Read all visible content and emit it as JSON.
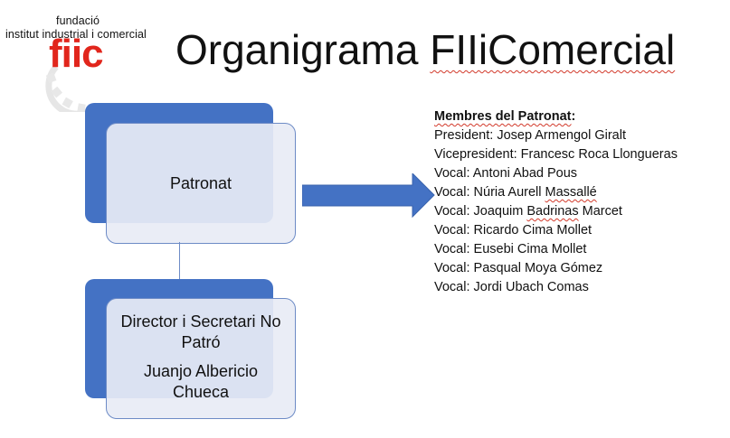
{
  "logo": {
    "line1": "fundació",
    "line2": "institut industrial i comercial",
    "brand": "fiic"
  },
  "title": {
    "prefix": "Organigrama ",
    "underlined": "FIIiComercial"
  },
  "org": {
    "top_box": "Patronat",
    "bottom_box_role": "Director i Secretari No Patró",
    "bottom_box_name": "Juanjo Albericio Chueca"
  },
  "members": {
    "heading_underlined": "Membres del Patronat",
    "heading_suffix": ":",
    "list": [
      {
        "role": "President: ",
        "name": "Josep Armengol Giralt",
        "wavy": ""
      },
      {
        "role": "Vicepresident: ",
        "name": "Francesc Roca Llongueras",
        "wavy": ""
      },
      {
        "role": "Vocal: ",
        "name": "Antoni Abad Pous",
        "wavy": ""
      },
      {
        "role": "Vocal: ",
        "name": "Núria Aurell ",
        "wavy": "Massallé"
      },
      {
        "role": "Vocal: ",
        "name": "Joaquim ",
        "wavy": "Badrinas",
        "after": " Marcet"
      },
      {
        "role": "Vocal: ",
        "name": "Ricardo Cima Mollet",
        "wavy": ""
      },
      {
        "role": "Vocal: ",
        "name": "Eusebi Cima Mollet",
        "wavy": ""
      },
      {
        "role": "Vocal: ",
        "name": "Pasqual Moya Gómez",
        "wavy": ""
      },
      {
        "role": "Vocal: ",
        "name": "Jordi Ubach Comas",
        "wavy": ""
      }
    ]
  },
  "colors": {
    "box_blue": "#4472c4",
    "box_border": "#6d8bc6",
    "logo_red": "#e1261c",
    "spell_red": "#d23a2b"
  }
}
